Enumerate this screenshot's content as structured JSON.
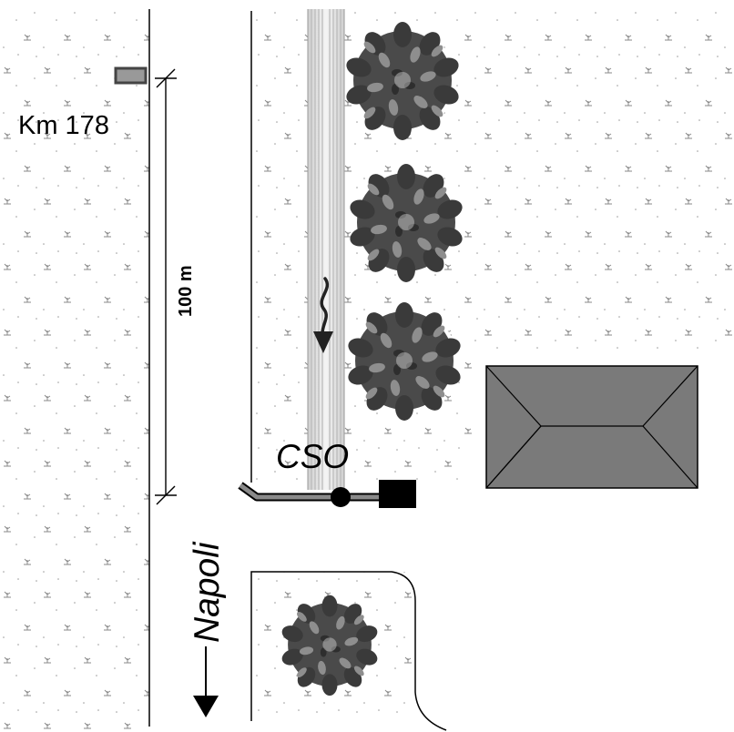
{
  "labels": {
    "km_marker": "Km 178",
    "distance": "100 m",
    "cso": "CSO",
    "direction": "Napoli"
  },
  "colors": {
    "background": "#ffffff",
    "vegetation_dots": "#8a8a8a",
    "tree_dark": "#3e3e3e",
    "tree_light": "#8e8e8e",
    "building_roof": "#7a7a7a",
    "channel_stripe_light": "#f2f2f2",
    "channel_stripe_dark": "#bdbdbd",
    "line": "#000000",
    "marker_fill": "#999999"
  },
  "icons": {
    "tree": "tree-icon",
    "building": "building-icon",
    "flow_arrow": "flow-arrow-icon",
    "direction_arrow": "arrow-down-icon",
    "km_sign": "km-sign-icon",
    "outfall_node": "outfall-node-icon",
    "outfall_chamber": "outfall-chamber-icon"
  }
}
